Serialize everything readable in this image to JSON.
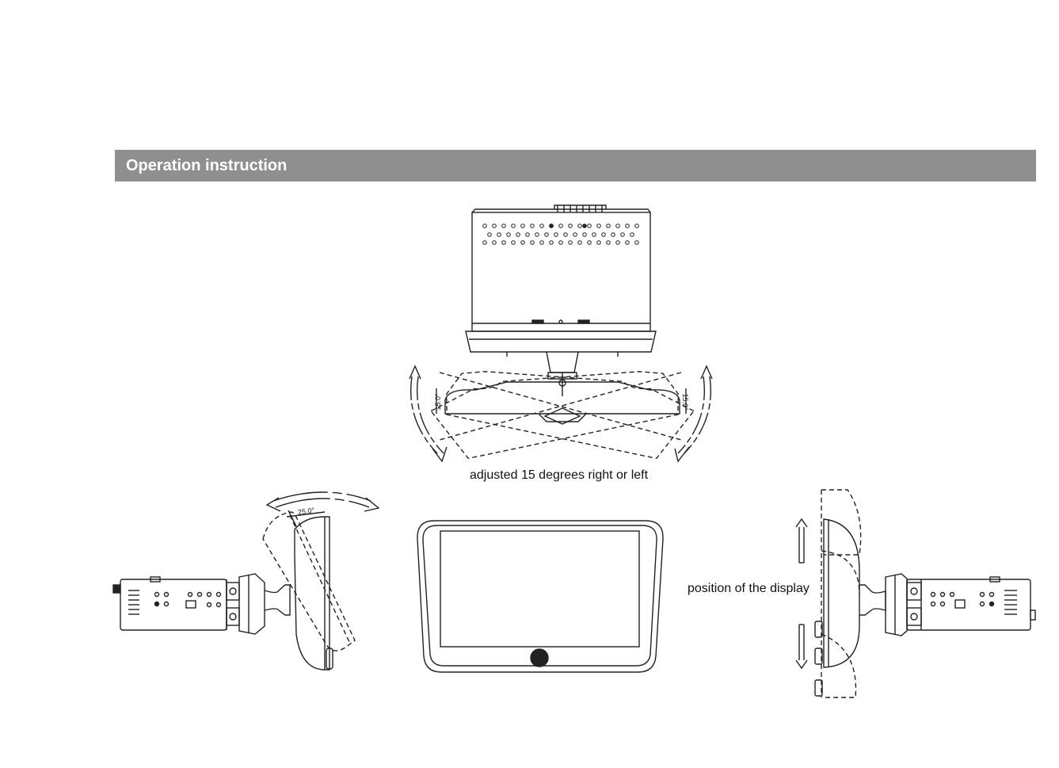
{
  "header": {
    "title": "Operation instruction"
  },
  "figures": {
    "top": {
      "caption": "adjusted 15 degrees right or left",
      "angle_left": "15.0°",
      "angle_right": "15.0°"
    },
    "left": {
      "angle": "25.0°"
    },
    "right": {
      "caption": "position of the display"
    }
  },
  "colors": {
    "section_bar": "#8f8f8f",
    "line": "#222222"
  }
}
